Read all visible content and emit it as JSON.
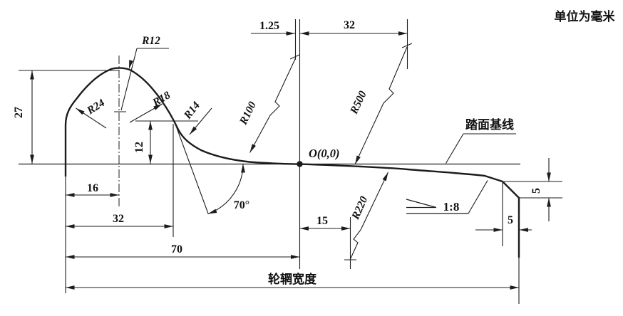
{
  "meta": {
    "units_note": "单位为毫米"
  },
  "labels": {
    "origin": "O(0,0)",
    "tread_datum": "踏面基线",
    "rim_width": "轮辋宽度",
    "slope": "1:8",
    "angle": "70°"
  },
  "radii": {
    "r12": "R12",
    "r24": "R24",
    "r18": "R18",
    "r14": "R14",
    "r100": "R100",
    "r500": "R500",
    "r220": "R220"
  },
  "dimensions": {
    "flange_height": "27",
    "height_12": "12",
    "width_16": "16",
    "width_32_bottom": "32",
    "width_70": "70",
    "offset_1_25": "1.25",
    "width_32_top": "32",
    "width_15": "15",
    "chamfer_width_5": "5",
    "chamfer_height_5": "5"
  },
  "colors": {
    "line": "#1c1c1c",
    "background": "#ffffff"
  }
}
